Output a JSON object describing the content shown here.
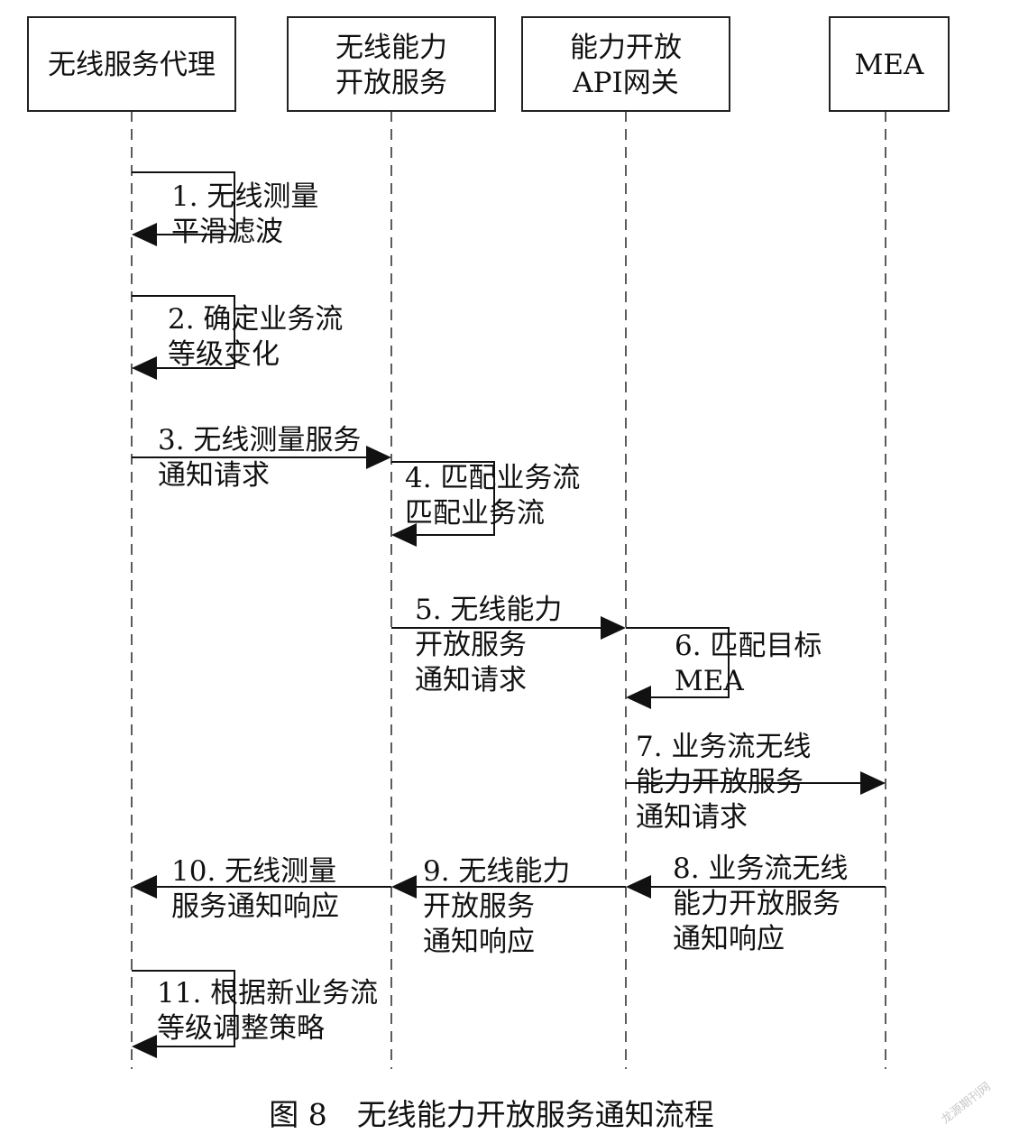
{
  "participants": [
    {
      "id": "agent",
      "lines": [
        "无线服务代理"
      ]
    },
    {
      "id": "wireless",
      "lines": [
        "无线能力",
        "开放服务"
      ]
    },
    {
      "id": "gateway",
      "lines": [
        "能力开放",
        "API网关"
      ]
    },
    {
      "id": "mea",
      "lines": [
        "MEA"
      ]
    }
  ],
  "messages": [
    {
      "id": "m1",
      "from": "agent",
      "to": "agent",
      "lines": [
        "1. 无线测量",
        "平滑滤波"
      ]
    },
    {
      "id": "m2",
      "from": "agent",
      "to": "agent",
      "lines": [
        "2. 确定业务流",
        "等级变化"
      ]
    },
    {
      "id": "m3",
      "from": "agent",
      "to": "wireless",
      "lines": [
        "3. 无线测量服务",
        "通知请求"
      ]
    },
    {
      "id": "m4",
      "from": "wireless",
      "to": "wireless",
      "lines": [
        "4. 匹配业务流",
        "匹配业务流"
      ]
    },
    {
      "id": "m5",
      "from": "wireless",
      "to": "gateway",
      "lines": [
        "5. 无线能力",
        "开放服务",
        "通知请求"
      ]
    },
    {
      "id": "m6",
      "from": "gateway",
      "to": "gateway",
      "lines": [
        "6. 匹配目标",
        "MEA"
      ]
    },
    {
      "id": "m7",
      "from": "gateway",
      "to": "mea",
      "lines": [
        "7. 业务流无线",
        "能力开放服务",
        "通知请求"
      ]
    },
    {
      "id": "m8",
      "from": "mea",
      "to": "gateway",
      "lines": [
        "8. 业务流无线",
        "能力开放服务",
        "通知响应"
      ]
    },
    {
      "id": "m9",
      "from": "gateway",
      "to": "wireless",
      "lines": [
        "9. 无线能力",
        "开放服务",
        "通知响应"
      ]
    },
    {
      "id": "m10",
      "from": "wireless",
      "to": "agent",
      "lines": [
        "10. 无线测量",
        "服务通知响应"
      ]
    },
    {
      "id": "m11",
      "from": "agent",
      "to": "agent",
      "lines": [
        "11. 根据新业务流",
        "等级调整策略"
      ]
    }
  ],
  "caption": "图 8　无线能力开放服务通知流程",
  "watermark": "龙源期刊网"
}
